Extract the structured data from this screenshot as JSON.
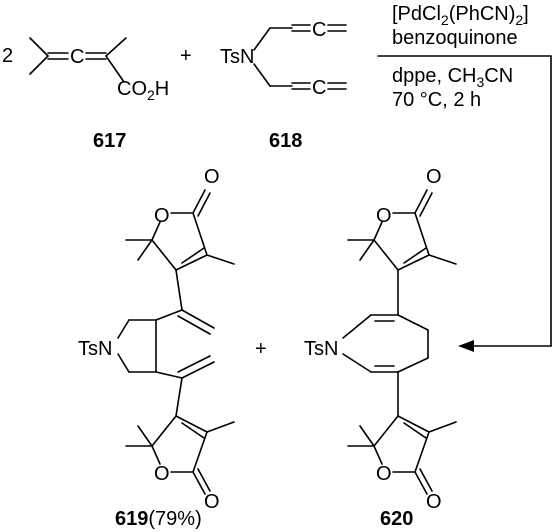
{
  "reaction": {
    "coefficient": "2",
    "plus_reactants": "+",
    "plus_products": "+",
    "conditions": {
      "catalyst_pre": "[PdCl",
      "catalyst_sub1": "2",
      "catalyst_mid": "(PhCN)",
      "catalyst_sub2": "2",
      "catalyst_post": "]",
      "oxidant": "benzoquinone",
      "ligand_solvent_pre": "dppe, CH",
      "ligand_solvent_sub": "3",
      "ligand_solvent_post": "CN",
      "temp_time": "70 °C, 2 h"
    }
  },
  "compounds": {
    "c617": {
      "number": "617"
    },
    "c618": {
      "number": "618"
    },
    "c619": {
      "number": "619",
      "yield": "(79%)"
    },
    "c620": {
      "number": "620"
    }
  },
  "atoms": {
    "co2h_pre": "CO",
    "co2h_sub": "2",
    "co2h_post": "H",
    "allene_c": "C",
    "tsn": "TsN",
    "o": "O"
  }
}
